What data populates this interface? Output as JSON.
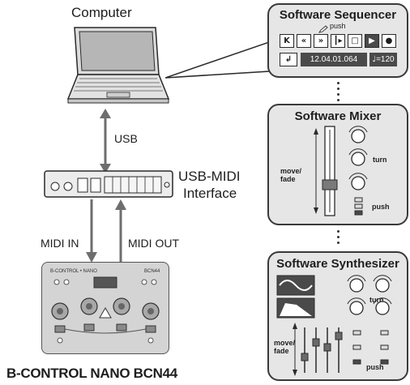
{
  "computer": {
    "label": "Computer"
  },
  "links": {
    "usb": "USB",
    "midi_in": "MIDI IN",
    "midi_out": "MIDI OUT"
  },
  "interface": {
    "line1": "USB-MIDI",
    "line2": "Interface"
  },
  "device": {
    "caption": "B-CONTROL NANO BCN44",
    "brand": "B-CONTROL • NANO",
    "model": "BCN44"
  },
  "sequencer": {
    "title": "Software Sequencer",
    "push": "push",
    "time": "12.04.01.064",
    "tempo": "=120",
    "buttons": [
      "rewind-to-start",
      "rewind",
      "fast-forward",
      "skip-to-end",
      "stop",
      "play",
      "record"
    ]
  },
  "mixer": {
    "title": "Software Mixer",
    "fader_label_1": "move/",
    "fader_label_2": "fade",
    "turn": "turn",
    "push": "push"
  },
  "synth": {
    "title": "Software Synthesizer",
    "turn": "turn",
    "push": "push",
    "fader_label_1": "move/",
    "fader_label_2": "fade"
  },
  "colors": {
    "panel": "#e6e6e6",
    "stroke": "#2a2a2a",
    "arrow": "#6e6e6e",
    "device": "#d4d4d4"
  }
}
